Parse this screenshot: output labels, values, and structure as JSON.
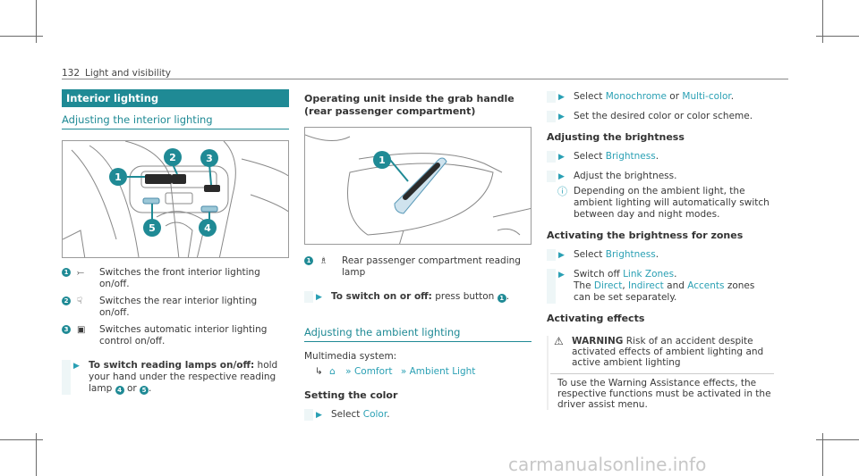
{
  "header": {
    "page_number": "132",
    "section": "Light and visibility"
  },
  "col1": {
    "banner": "Interior lighting",
    "subtitle": "Adjusting the interior lighting",
    "callouts": [
      "1",
      "2",
      "3",
      "4",
      "5"
    ],
    "legend": [
      {
        "num": "1",
        "symbol": "⤚",
        "text": "Switches the front interior lighting on/off."
      },
      {
        "num": "2",
        "symbol": "☟",
        "text": "Switches the rear interior lighting on/off."
      },
      {
        "num": "3",
        "symbol": "▣",
        "text": "Switches automatic interior lighting control on/off."
      }
    ],
    "step": {
      "bold": "To switch reading lamps on/off:",
      "text_a": "hold your hand under the respective reading lamp",
      "num_a": "4",
      "mid": "or",
      "num_b": "5",
      "end": "."
    }
  },
  "col2": {
    "heading": "Operating unit inside the grab handle (rear passenger compartment)",
    "callout": "1",
    "legend": {
      "num": "1",
      "symbol": "♗",
      "text": "Rear passenger compartment reading lamp"
    },
    "step": {
      "bold": "To switch on or off:",
      "text": "press button",
      "num": "1",
      "end": "."
    },
    "ambient_title": "Adjusting the ambient lighting",
    "multimedia": "Multimedia system:",
    "path": {
      "arrow": "↳",
      "home": "⌂",
      "sep": "»",
      "comfort": "Comfort",
      "ambient": "Ambient Light"
    },
    "color_heading": "Setting the color",
    "select_color": {
      "text": "Select",
      "link": "Color",
      "end": "."
    }
  },
  "col3": {
    "step1": {
      "text": "Select",
      "link1": "Monochrome",
      "or": "or",
      "link2": "Multi-color",
      "end": "."
    },
    "step2": "Set the desired color or color scheme.",
    "brightness_heading": "Adjusting the brightness",
    "step3": {
      "text": "Select",
      "link": "Brightness",
      "end": "."
    },
    "step4": "Adjust the brightness.",
    "note": "Depending on the ambient light, the ambient lighting will automatically switch between day and night modes.",
    "zones_heading": "Activating the brightness for zones",
    "step5": {
      "text": "Select",
      "link": "Brightness",
      "end": "."
    },
    "step6": {
      "text": "Switch off",
      "link": "Link Zones",
      "end": ".",
      "the": "The",
      "direct": "Direct",
      "indirect": "Indirect",
      "and": "and",
      "accents": "Accents",
      "rest": "zones can be set separately."
    },
    "effects_heading": "Activating effects",
    "warning": {
      "label": "WARNING",
      "text": "Risk of an accident despite activated effects of ambient lighting and active ambient lighting",
      "body": "To use the Warning Assistance effects, the respective functions must be activated in the driver assist menu."
    }
  },
  "footer": {
    "watermark": "carmanualsonline.info"
  }
}
